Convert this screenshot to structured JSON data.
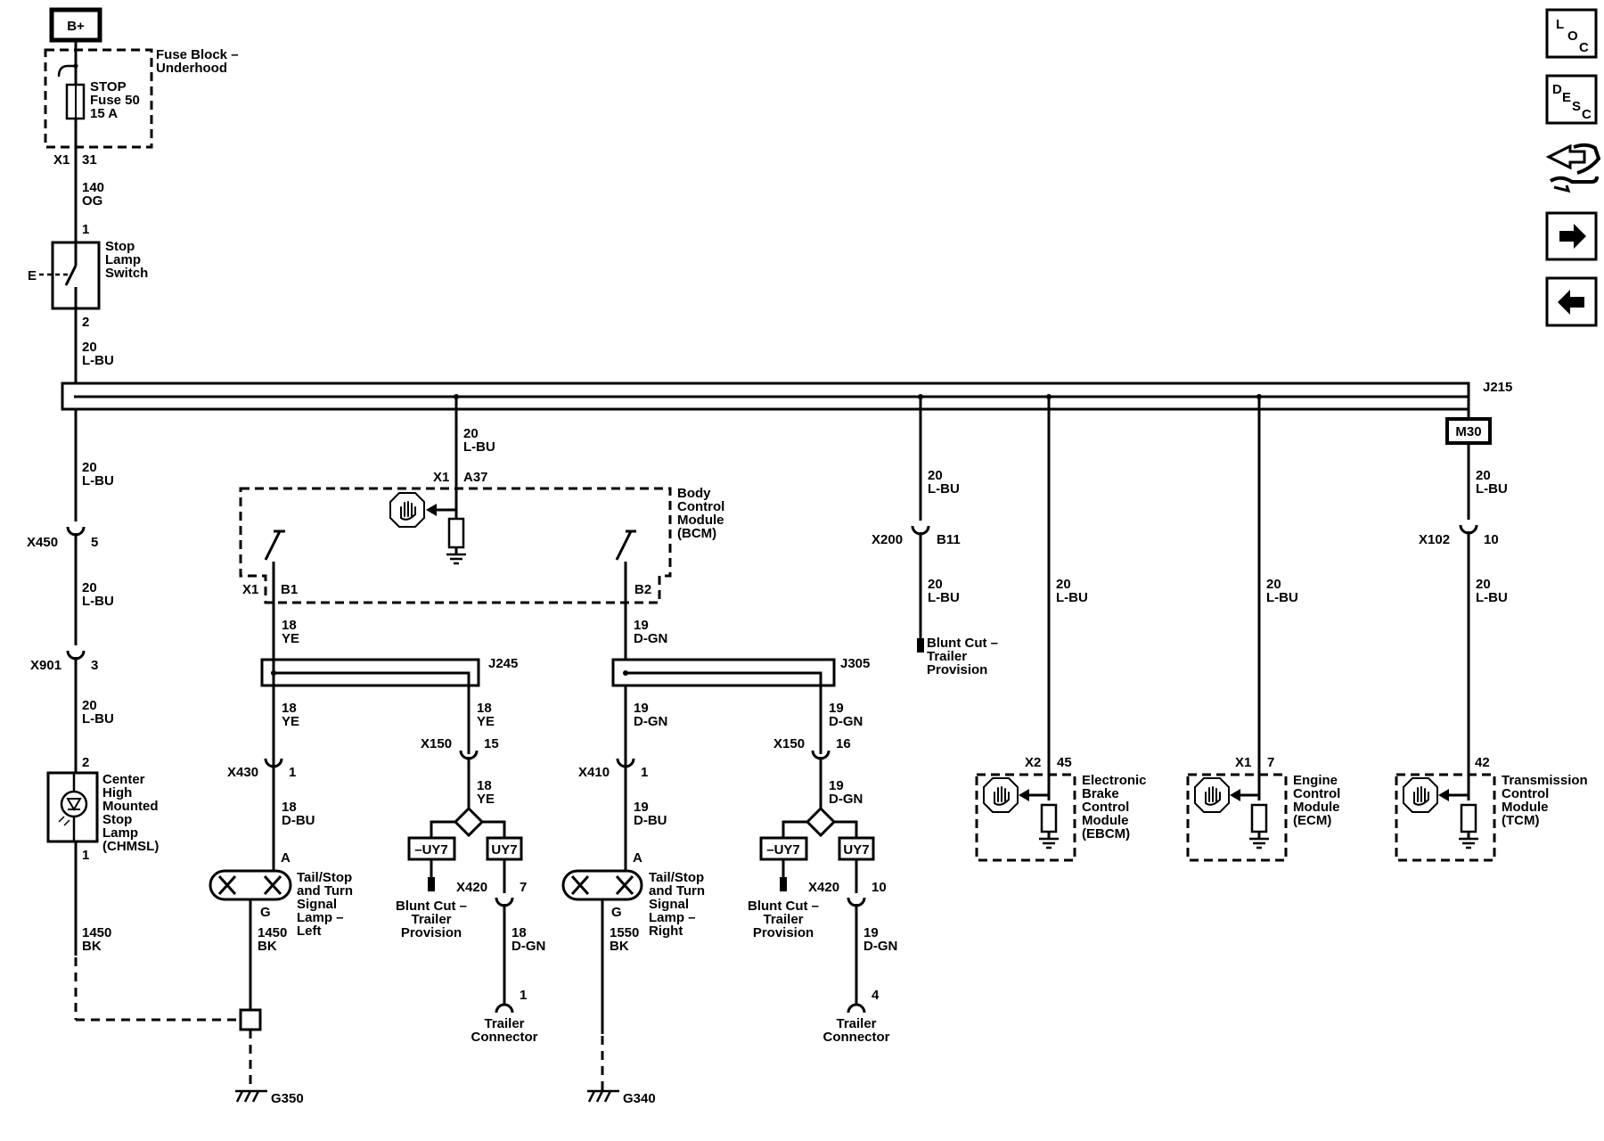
{
  "power": {
    "source": "B+"
  },
  "fuse_block": {
    "name_l1": "Fuse Block –",
    "name_l2": "Underhood",
    "fuse_l1": "STOP",
    "fuse_l2": "Fuse 50",
    "fuse_l3": "15 A",
    "conn": "X1",
    "pin": "31"
  },
  "wire_140": {
    "gauge": "140",
    "color": "OG"
  },
  "stop_switch": {
    "pin_in": "1",
    "pin_out": "2",
    "name_l1": "Stop",
    "name_l2": "Lamp",
    "name_l3": "Switch"
  },
  "splice_main": {
    "name": "J215",
    "m30": "M30"
  },
  "w_lbu": {
    "gauge": "20",
    "color": "L-BU"
  },
  "left_branch": {
    "x450": "X450",
    "x450_pin": "5",
    "x901": "X901",
    "x901_pin": "3"
  },
  "chmsl": {
    "pin_top": "2",
    "pin_bot": "1",
    "l1": "Center",
    "l2": "High",
    "l3": "Mounted",
    "l4": "Stop",
    "l5": "Lamp",
    "l6": "(CHMSL)",
    "w_gauge": "1450",
    "w_color": "BK"
  },
  "bcm": {
    "conn": "X1",
    "pin_in": "A37",
    "l1": "Body",
    "l2": "Control",
    "l3": "Module",
    "l4": "(BCM)",
    "out_conn": "X1",
    "b1": "B1",
    "b2": "B2"
  },
  "left_lamp": {
    "w1_gauge": "18",
    "w1_color": "YE",
    "splice": "J245",
    "w2_gauge": "18",
    "w2_color": "YE",
    "x430": "X430",
    "x430_pin": "1",
    "w3_gauge": "18",
    "w3_color": "D-BU",
    "pin_a": "A",
    "pin_g": "G",
    "l1": "Tail/Stop",
    "l2": "and Turn",
    "l3": "Signal",
    "l4": "Lamp –",
    "l5": "Left",
    "gnd_gauge": "1450",
    "gnd_color": "BK",
    "ground": "G350"
  },
  "left_trailer": {
    "w_gauge": "18",
    "w_color": "YE",
    "x150": "X150",
    "x150_pin": "15",
    "w2_gauge": "18",
    "w2_color": "YE",
    "opt_neg": "–UY7",
    "opt_pos": "UY7",
    "bc_l1": "Blunt Cut –",
    "bc_l2": "Trailer",
    "bc_l3": "Provision",
    "x420": "X420",
    "x420_pin": "7",
    "w3_gauge": "18",
    "w3_color": "D-GN",
    "conn_pin": "1",
    "tc_l1": "Trailer",
    "tc_l2": "Connector"
  },
  "right_lamp": {
    "w1_gauge": "19",
    "w1_color": "D-GN",
    "splice": "J305",
    "w2_gauge": "19",
    "w2_color": "D-GN",
    "x410": "X410",
    "x410_pin": "1",
    "w3_gauge": "19",
    "w3_color": "D-BU",
    "pin_a": "A",
    "pin_g": "G",
    "l1": "Tail/Stop",
    "l2": "and Turn",
    "l3": "Signal",
    "l4": "Lamp –",
    "l5": "Right",
    "gnd_gauge": "1550",
    "gnd_color": "BK",
    "ground": "G340"
  },
  "right_trailer": {
    "w_gauge": "19",
    "w_color": "D-GN",
    "x150": "X150",
    "x150_pin": "16",
    "w2_gauge": "19",
    "w2_color": "D-GN",
    "opt_neg": "–UY7",
    "opt_pos": "UY7",
    "bc_l1": "Blunt Cut –",
    "bc_l2": "Trailer",
    "bc_l3": "Provision",
    "x420": "X420",
    "x420_pin": "10",
    "w3_gauge": "19",
    "w3_color": "D-GN",
    "conn_pin": "4",
    "tc_l1": "Trailer",
    "tc_l2": "Connector"
  },
  "x200_branch": {
    "conn": "X200",
    "pin": "B11",
    "bc_l1": "Blunt Cut –",
    "bc_l2": "Trailer",
    "bc_l3": "Provision"
  },
  "ebcm": {
    "conn": "X2",
    "pin": "45",
    "l1": "Electronic",
    "l2": "Brake",
    "l3": "Control",
    "l4": "Module",
    "l5": "(EBCM)"
  },
  "ecm": {
    "conn": "X1",
    "pin": "7",
    "l1": "Engine",
    "l2": "Control",
    "l3": "Module",
    "l4": "(ECM)"
  },
  "tcm": {
    "x102": "X102",
    "x102_pin": "10",
    "pin": "42",
    "l1": "Transmission",
    "l2": "Control",
    "l3": "Module",
    "l4": "(TCM)"
  },
  "nav": {
    "loc_l": "L",
    "loc_o": "O",
    "loc_c": "C",
    "desc_d": "D",
    "desc_e": "E",
    "desc_s": "S",
    "desc_c": "C"
  },
  "icons": [
    "hand-stop-icon",
    "ground-icon",
    "fuse-icon",
    "lamp-icon",
    "connector-icon",
    "loc-icon",
    "desc-icon",
    "connector-view-icon",
    "next-arrow-icon",
    "back-arrow-icon"
  ]
}
